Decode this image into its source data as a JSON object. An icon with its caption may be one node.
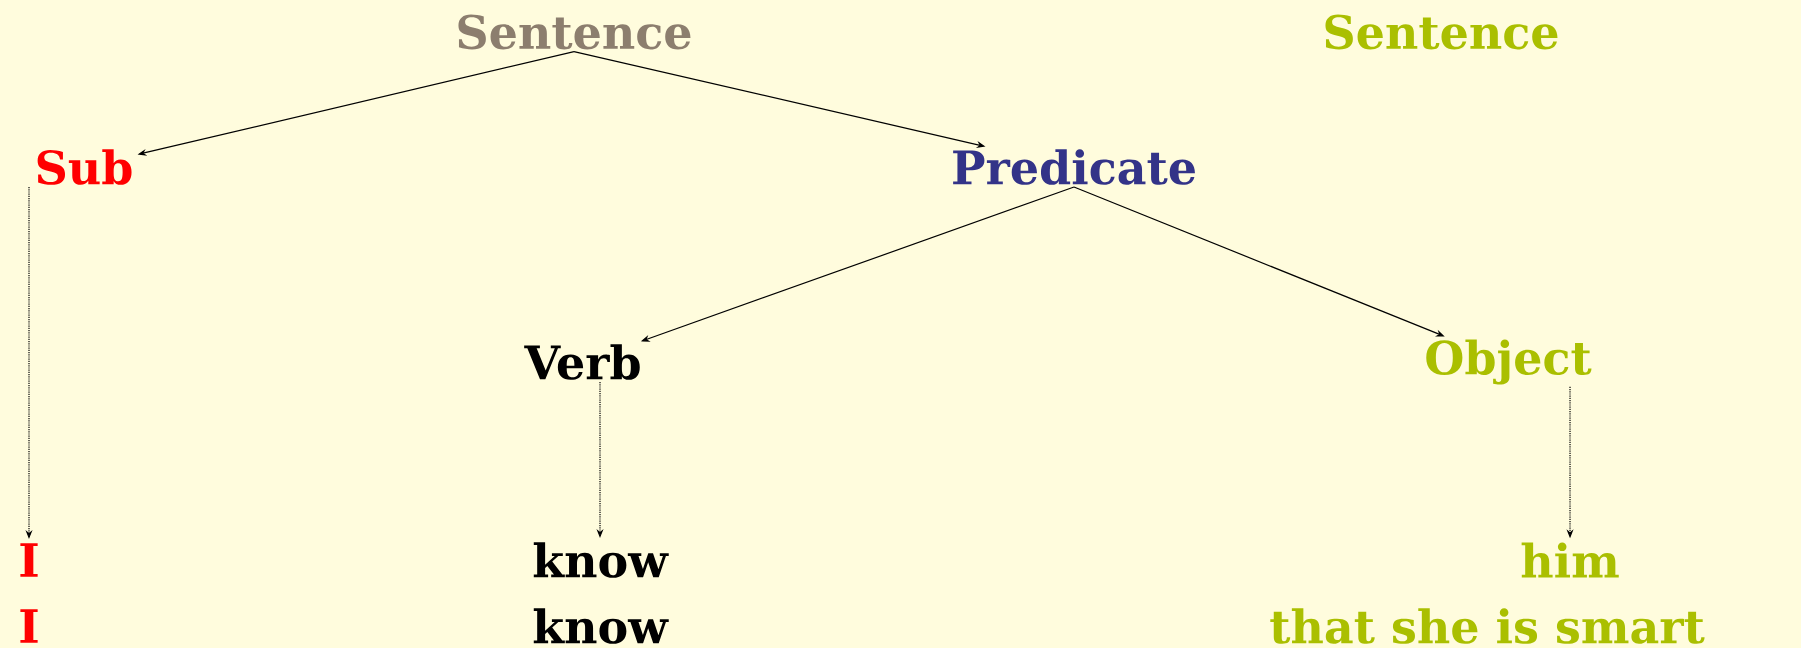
{
  "diagram": {
    "nodes": [
      {
        "text": [
          "Sentence"
        ]
      },
      {
        "text": [
          "Sub"
        ]
      },
      {
        "text": [
          "Predicate"
        ]
      },
      {
        "text": [
          "Verb"
        ]
      },
      {
        "text": [
          "Object"
        ]
      },
      {
        "text": [
          "I"
        ]
      },
      {
        "text": [
          "know"
        ]
      },
      {
        "text": [
          "him"
        ]
      }
    ],
    "edges": [
      {
        "from": 0,
        "to": 1,
        "arrow": "to"
      },
      {
        "from": 0,
        "to": 2,
        "arrow": "to"
      },
      {
        "from": 2,
        "to": 3,
        "arrow": "to"
      },
      {
        "from": 2,
        "to": 4,
        "arrow": "to"
      },
      {
        "from": 1,
        "to": 5,
        "arrow": "to",
        "style": "dashed"
      },
      {
        "from": 3,
        "to": 6,
        "arrow": "to",
        "style": "dashed"
      },
      {
        "from": 4,
        "to": 7,
        "arrow": "to",
        "style": "dashed"
      }
    ],
    "labels": [
      "Sentence",
      "I",
      "know",
      "that she is smart"
    ]
  }
}
